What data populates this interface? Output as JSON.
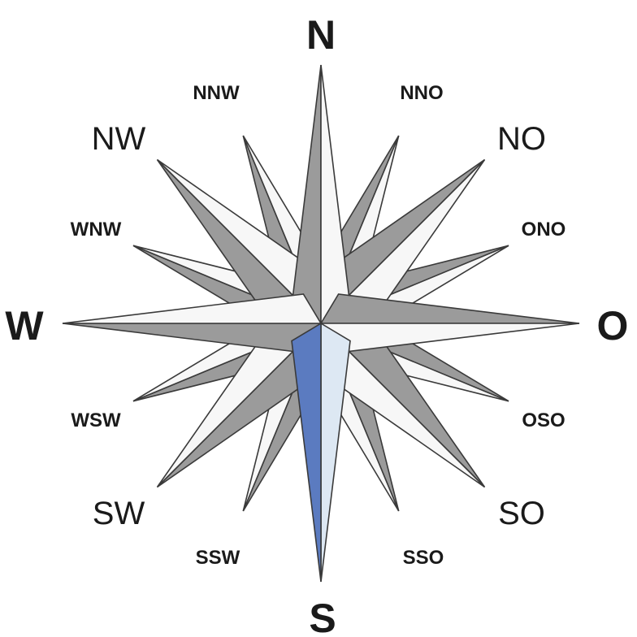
{
  "compass": {
    "cardinal": {
      "north": "N",
      "east": "O",
      "south": "S",
      "west": "W"
    },
    "intercardinal": {
      "northeast": "NO",
      "southeast": "SO",
      "southwest": "SW",
      "northwest": "NW"
    },
    "secondary": {
      "nno": "NNO",
      "ono": "ONO",
      "oso": "OSO",
      "sso": "SSO",
      "ssw": "SSW",
      "wsw": "WSW",
      "wnw": "WNW",
      "nnw": "NNW"
    },
    "colors": {
      "ray_dark": "#9b9b9b",
      "ray_light": "#f7f7f7",
      "outline": "#3a3a3a",
      "needle_dark": "#5b7bc0",
      "needle_light": "#dde8f3",
      "label": "#1a1a1a"
    }
  }
}
